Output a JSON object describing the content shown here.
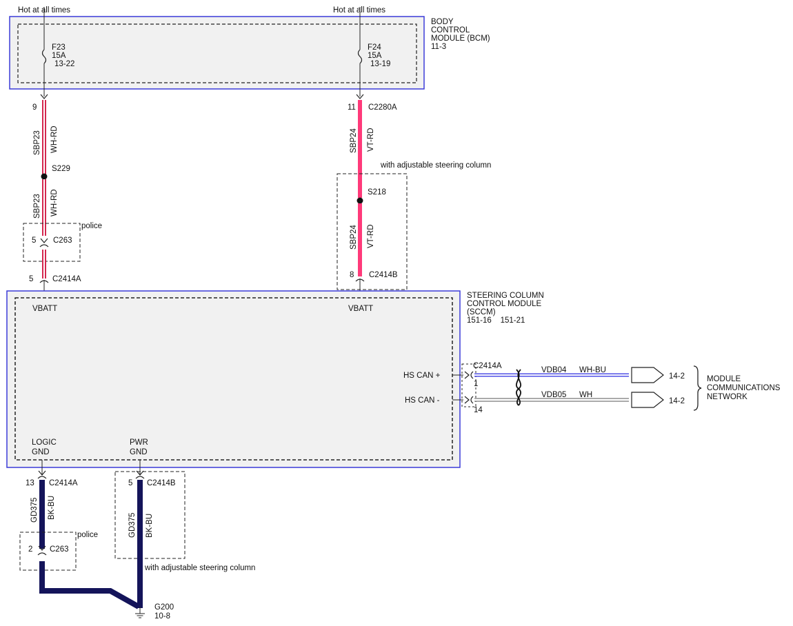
{
  "colors": {
    "module_border": "#3a3ad8",
    "module_fill": "#f1f1f1",
    "wire_red": "#d4264e",
    "wire_pink": "#ff3a7a",
    "wire_dark_blue": "#14145a",
    "wire_can_blue": "#4d4de6"
  },
  "power_sources": [
    {
      "label": "Hot at all times"
    },
    {
      "label": "Hot at all times"
    }
  ],
  "bcm": {
    "name_lines": [
      "BODY",
      "CONTROL",
      "MODULE (BCM)",
      "11-3"
    ],
    "fuses": [
      {
        "id": "F23",
        "rating": "15A",
        "ref": "13-22"
      },
      {
        "id": "F24",
        "rating": "15A",
        "ref": "13-19"
      }
    ]
  },
  "left_branch": {
    "pin_top": "9",
    "circuit_1": "SBP23",
    "color_1": "WH-RD",
    "splice": "S229",
    "circuit_2": "SBP23",
    "color_2": "WH-RD",
    "option_label": "police",
    "conn1_pin": "5",
    "conn1_name": "C263",
    "conn2_pin": "5",
    "conn2_name": "C2414A",
    "terminal": "VBATT"
  },
  "right_branch": {
    "pin_top": "11",
    "conn_top": "C2280A",
    "circuit_1": "SBP24",
    "color_1": "VT-RD",
    "option_label": "with adjustable steering column",
    "splice": "S218",
    "circuit_2": "SBP24",
    "color_2": "VT-RD",
    "conn_pin": "8",
    "conn_name": "C2414B",
    "terminal": "VBATT"
  },
  "sccm": {
    "name_lines": [
      "STEERING COLUMN",
      "CONTROL MODULE",
      "(SCCM)",
      "151-16    151-21"
    ],
    "can_high": "HS CAN +",
    "can_low": "HS CAN -",
    "logic_gnd": [
      "LOGIC",
      "GND"
    ],
    "pwr_gnd": [
      "PWR",
      "GND"
    ]
  },
  "can_bus": {
    "connector": "C2414A",
    "pin_high": "1",
    "pin_low": "14",
    "circuit_high": "VDB04",
    "color_high": "WH-BU",
    "circuit_low": "VDB05",
    "color_low": "WH",
    "ref_high": "14-2",
    "ref_low": "14-2",
    "network_lines": [
      "MODULE",
      "COMMUNICATIONS",
      "NETWORK"
    ]
  },
  "ground_logic": {
    "pin": "13",
    "connector": "C2414A",
    "circuit": "GD375",
    "color": "BK-BU",
    "option_label": "police",
    "conn2_pin": "2",
    "conn2_name": "C263"
  },
  "ground_pwr": {
    "pin": "5",
    "connector": "C2414B",
    "circuit": "GD375",
    "color": "BK-BU",
    "option_label": "with adjustable steering column"
  },
  "ground_point": {
    "name": "G200",
    "ref": "10-8"
  }
}
